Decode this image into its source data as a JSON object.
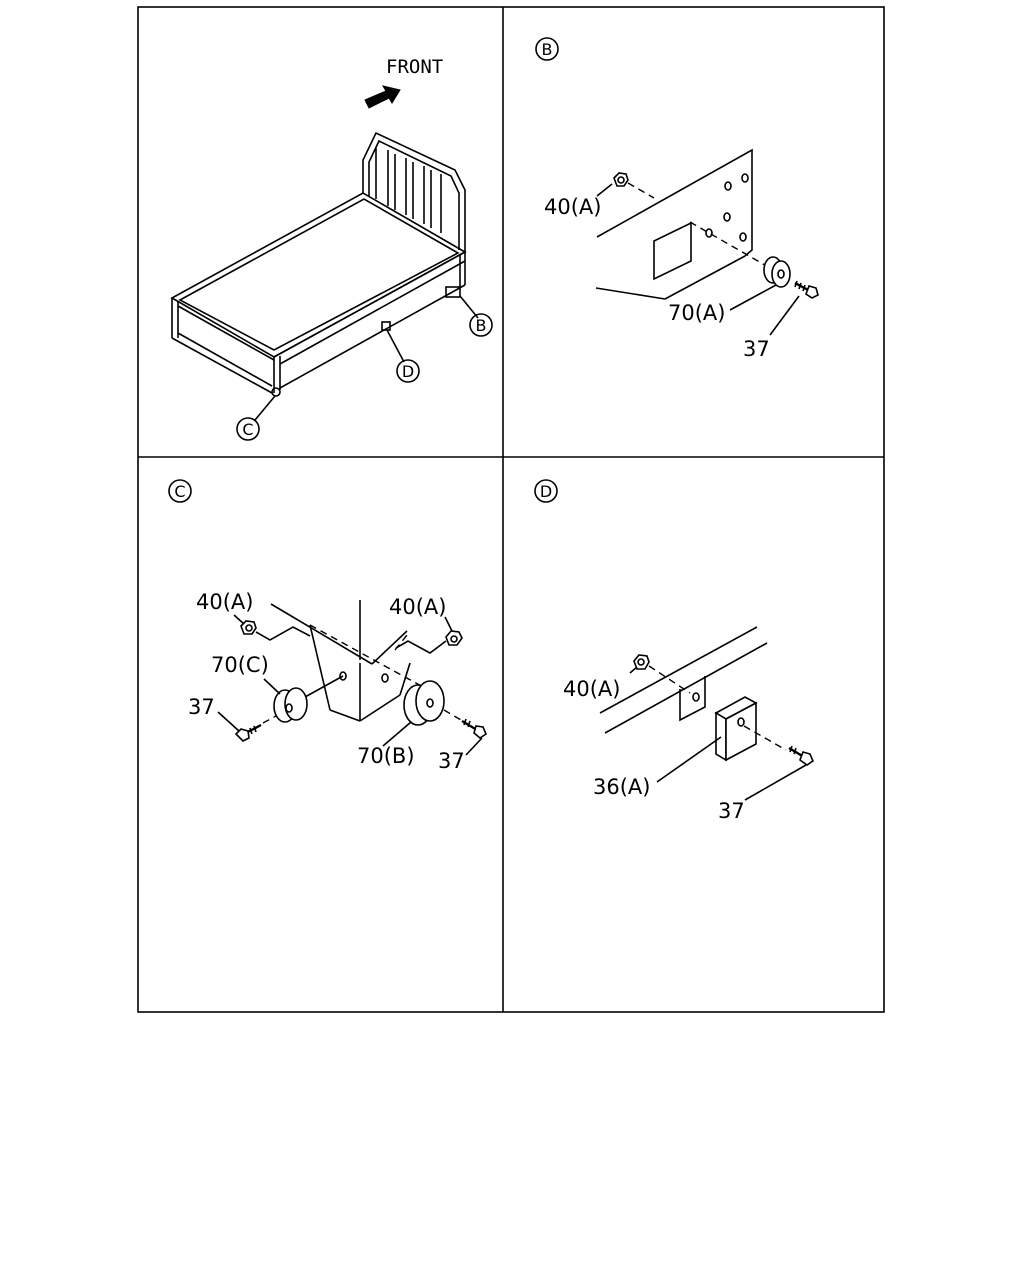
{
  "panel_a": {
    "front_label": "FRONT",
    "callouts": [
      "B",
      "C",
      "D"
    ]
  },
  "panel_b": {
    "circle_label": "B",
    "parts": [
      "40(A)",
      "70(A)",
      "37"
    ]
  },
  "panel_c": {
    "circle_label": "C",
    "parts": [
      "40(A)",
      "40(A)",
      "70(C)",
      "37",
      "70(B)",
      "37"
    ]
  },
  "panel_d": {
    "circle_label": "D",
    "parts": [
      "40(A)",
      "36(A)",
      "37"
    ]
  }
}
